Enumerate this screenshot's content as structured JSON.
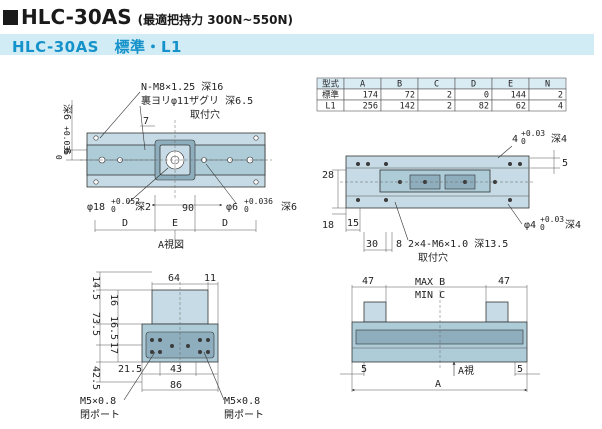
{
  "title": {
    "main": "HLC-30AS",
    "sub": "(最適把持力 300N~550N)"
  },
  "band": {
    "label": "HLC-30AS　標準・L1"
  },
  "spec_table": {
    "headers": [
      "型式",
      "A",
      "B",
      "C",
      "D",
      "E",
      "N"
    ],
    "rows": [
      [
        "標準",
        "174",
        "72",
        "2",
        "0",
        "144",
        "2"
      ],
      [
        "L1",
        "256",
        "142",
        "2",
        "82",
        "62",
        "4"
      ]
    ]
  },
  "top_view": {
    "callout_line1": "N-M8×1.25 深16",
    "callout_line2": "裏ヨリφ11ザグリ 深6.5",
    "callout_line3": "取付穴",
    "dim_6": "6",
    "dim_6_tol": "+0.036\n0",
    "dim_deep6": "深6",
    "dim_7": "7",
    "dim_90": "90",
    "dim_hole18": "φ18",
    "dim_hole18_tol": "+0.052\n0",
    "dim_deep2": "深2",
    "dim_hole6": "φ6",
    "dim_hole6_tol": "+0.036\n0",
    "dim_deep6b": "深6",
    "dim_D_left": "D",
    "dim_E": "E",
    "dim_D_right": "D",
    "view_label": "A視図"
  },
  "side_view_right": {
    "dim_4a": "4",
    "dim_4a_tol": "+0.03\n0",
    "dim_deep4a": "深4",
    "dim_5": "5",
    "dim_28": "28",
    "dim_18": "18",
    "dim_15": "15",
    "dim_4b": "φ4",
    "dim_4b_tol": "+0.03\n0",
    "dim_deep4b": "深4",
    "dim_30": "30",
    "dim_8": "8",
    "callout_line1": "2×4-M6×1.0 深13.5",
    "callout_line2": "取付穴"
  },
  "front_view": {
    "dim_64": "64",
    "dim_11": "11",
    "dim_14_5": "14.5",
    "dim_16": "16",
    "dim_16_5": "16.5",
    "dim_73_5": "73.5",
    "dim_17": "17",
    "dim_42_5": "42.5",
    "dim_21_5": "21.5",
    "dim_43": "43",
    "dim_86": "86",
    "port_left_1": "M5×0.8",
    "port_left_2": "閉ポート",
    "port_right_1": "M5×0.8",
    "port_right_2": "開ポート"
  },
  "side_view_bottom": {
    "dim_47_left": "47",
    "dim_47_right": "47",
    "max_label": "MAX B",
    "min_label": "MIN C",
    "dim_5_left": "5",
    "dim_5_right": "5",
    "view_label": "A視",
    "dim_A": "A"
  }
}
